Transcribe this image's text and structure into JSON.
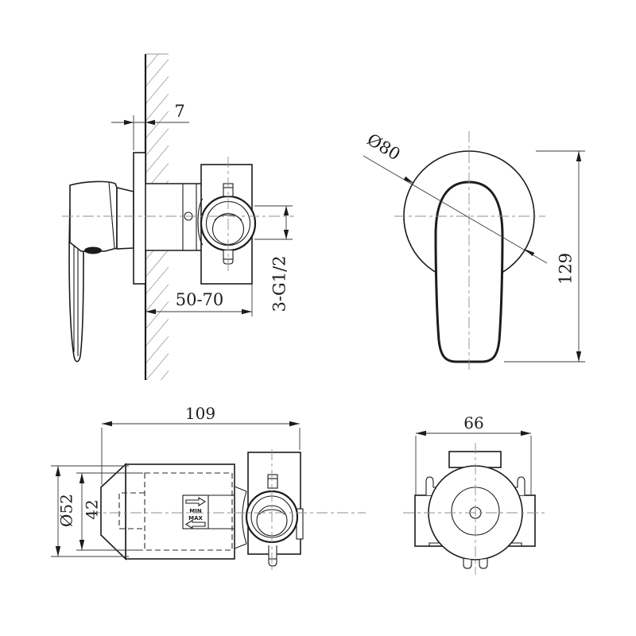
{
  "side_view": {
    "plate_offset": "7",
    "depth_range": "50-70",
    "thread": "3-G1/2"
  },
  "front_view": {
    "plate_diameter": "Ø80",
    "overall_height": "129"
  },
  "top_view": {
    "overall_length": "109",
    "plate_diameter": "Ø52",
    "inner_box_width": "42",
    "min_label": "MIN",
    "max_label": "MAX"
  },
  "back_view": {
    "overall_width": "66"
  },
  "colors": {
    "line": "#1c1c1c",
    "centerline": "#8f8f8f",
    "background": "#ffffff"
  }
}
